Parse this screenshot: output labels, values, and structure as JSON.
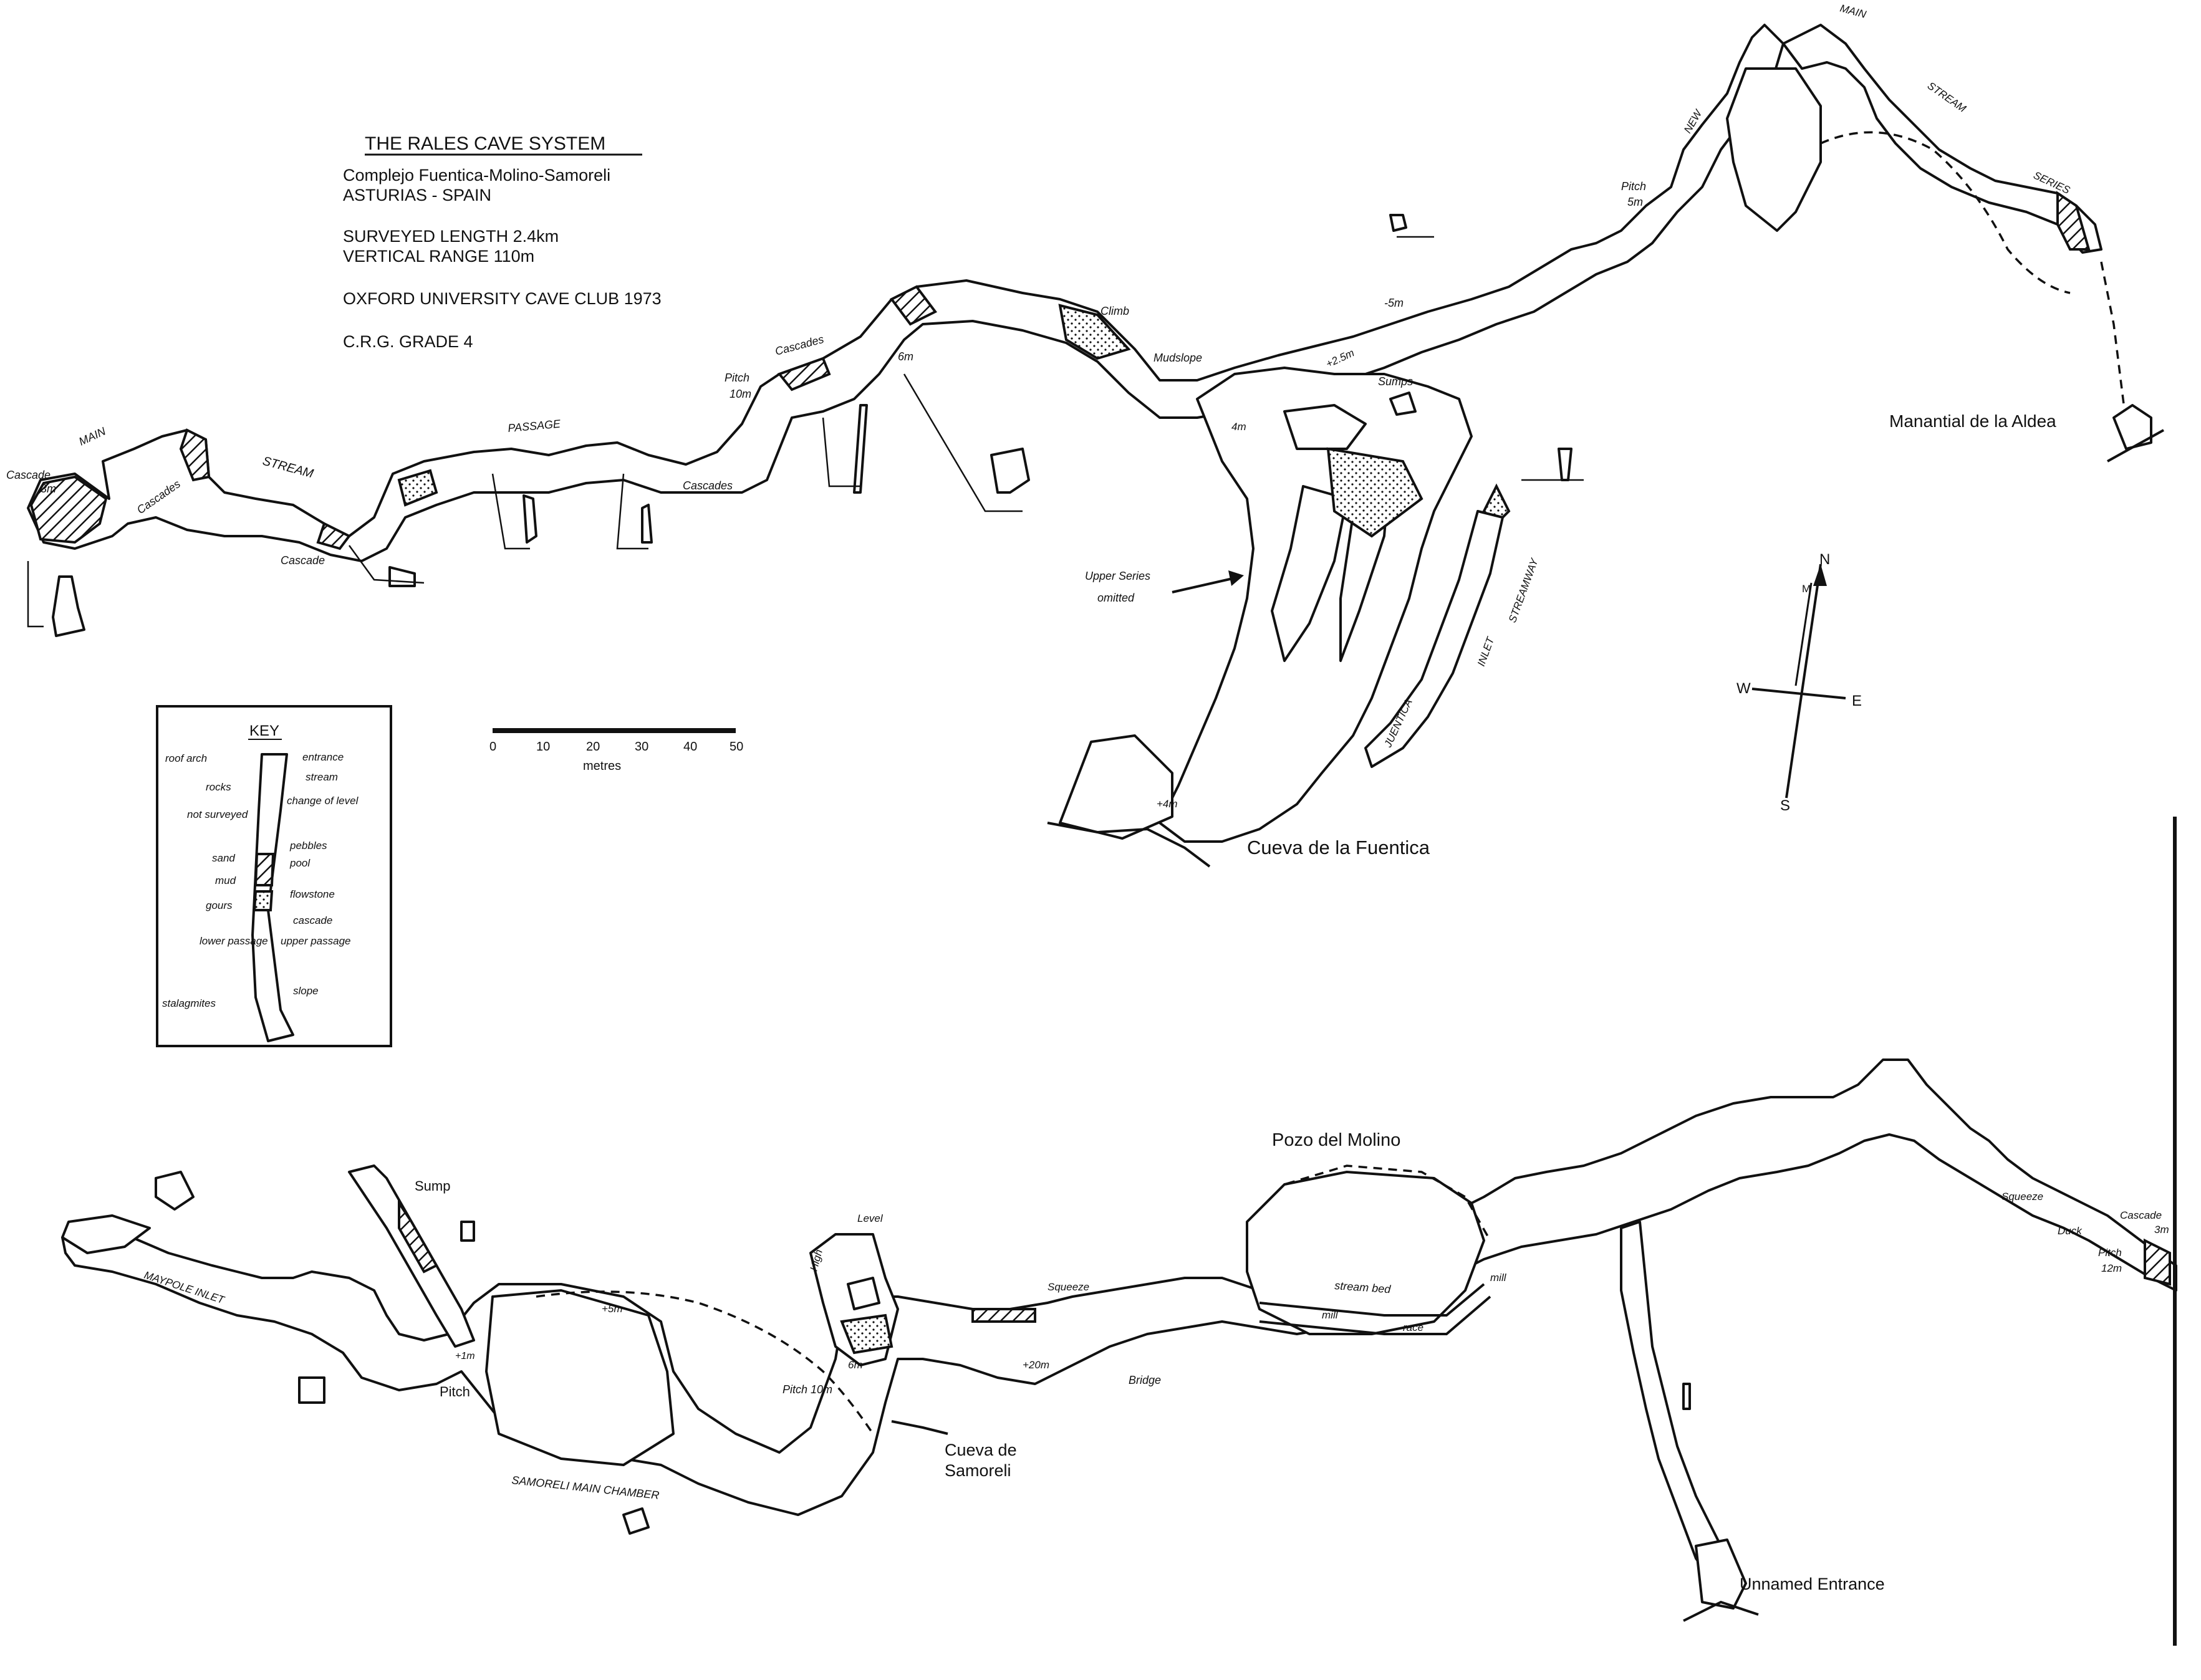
{
  "title": {
    "heading": "THE RALES CAVE SYSTEM",
    "complex": "Complejo Fuentica-Molino-Samoreli",
    "region": "ASTURIAS - SPAIN",
    "length": "SURVEYED  LENGTH 2.4km",
    "range": "VERTICAL  RANGE   110m",
    "club": "OXFORD  UNIVERSITY CAVE CLUB  1973",
    "grade": "C.R.G.  GRADE 4"
  },
  "entrances": {
    "fuentica": "Cueva de la Fuentica",
    "aldea": "Manantial de la Aldea",
    "molino": "Pozo  del  Molino",
    "samoreli_1": "Cueva de",
    "samoreli_2": "Samoreli",
    "unnamed": "Unnamed Entrance"
  },
  "passages": {
    "main": "MAIN",
    "stream": "STREAM",
    "passage": "PASSAGE",
    "new": "NEW",
    "new_main": "MAIN",
    "new_stream": "STREAM",
    "series": "SERIES",
    "streamway": "STREAMWAY",
    "inlet": "INLET",
    "juentica": "JUENTICA",
    "maypole": "MAYPOLE  INLET",
    "samoreli_chamber": "SAMORELI  MAIN  CHAMBER",
    "upper_series_1": "Upper Series",
    "upper_series_2": "omitted"
  },
  "features": {
    "cascade_3m_a": "Cascade",
    "cascade_3m_b": "3m",
    "cascades_1": "Cascades",
    "cascade_2": "Cascade",
    "cascades_3": "Cascades",
    "cascades_4": "Cascades",
    "pitch_10m_a": "Pitch",
    "pitch_10m_b": "10m",
    "six_m": "6m",
    "climb": "Climb",
    "mudslope": "Mudslope",
    "sumps": "Sumps",
    "minus_5m": "-5m",
    "plus_2_5m": "+2.5m",
    "four_m": "4m",
    "plus_4m": "+4m",
    "pitch_5m_a": "Pitch",
    "pitch_5m_b": "5m",
    "sump": "Sump",
    "plus_5m": "+5m",
    "plus_1m": "+1m",
    "pitch_lower": "Pitch",
    "high": "High",
    "level": "Level",
    "pitch_10m_lower": "Pitch 10m",
    "six_m_lower": "6m",
    "squeeze_1": "Squeeze",
    "plus_20m": "+20m",
    "bridge": "Bridge",
    "stream_bed": "stream bed",
    "mill_1": "mill",
    "mill_2": "mill",
    "race": "race",
    "squeeze_2": "Squeeze",
    "duck": "Duck",
    "cascade_end": "Cascade",
    "cascade_end_3m": "3m",
    "pitch_12m_a": "Pitch",
    "pitch_12m_b": "12m"
  },
  "key": {
    "title": "KEY",
    "items": {
      "roof_arch": "roof arch",
      "entrance": "entrance",
      "rocks": "rocks",
      "stream": "stream",
      "not_surveyed": "not surveyed",
      "change_of_level": "change of level",
      "sand": "sand",
      "pebbles": "pebbles",
      "pool": "pool",
      "mud": "mud",
      "flowstone": "flowstone",
      "gours": "gours",
      "cascade": "cascade",
      "lower_passage": "lower passage",
      "upper_passage": "upper passage",
      "stalagmites": "stalagmites",
      "slope": "slope"
    }
  },
  "scale": {
    "ticks": [
      "0",
      "10",
      "20",
      "30",
      "40",
      "50"
    ],
    "unit": "metres"
  },
  "compass": {
    "north": "N",
    "magnetic": "M",
    "south": "S",
    "east": "E",
    "west": "W"
  }
}
